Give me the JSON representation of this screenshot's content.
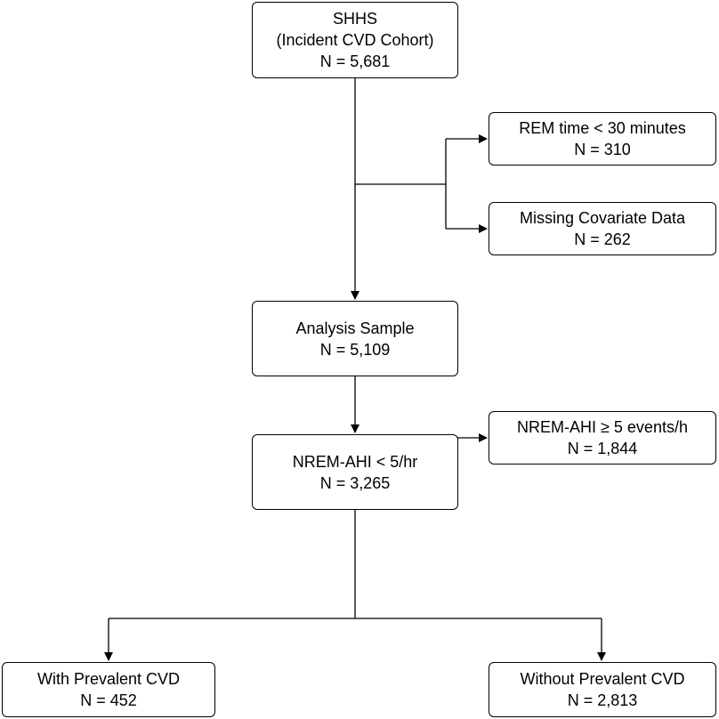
{
  "nodes": {
    "shhs": {
      "line1": "SHHS",
      "line2": "(Incident CVD Cohort)",
      "line3": "N = 5,681"
    },
    "rem_excluded": {
      "line1": "REM time < 30 minutes",
      "line2": "N = 310"
    },
    "missing_cov": {
      "line1": "Missing Covariate Data",
      "line2": "N = 262"
    },
    "analysis": {
      "line1": "Analysis Sample",
      "line2": "N = 5,109"
    },
    "nrem_excluded": {
      "line1": "NREM-AHI ≥ 5 events/h",
      "line2": "N = 1,844"
    },
    "nrem_low": {
      "line1": "NREM-AHI < 5/hr",
      "line2": "N = 3,265"
    },
    "with_cvd": {
      "line1": "With Prevalent CVD",
      "line2": "N = 452"
    },
    "without_cvd": {
      "line1": "Without Prevalent CVD",
      "line2": "N = 2,813"
    }
  }
}
